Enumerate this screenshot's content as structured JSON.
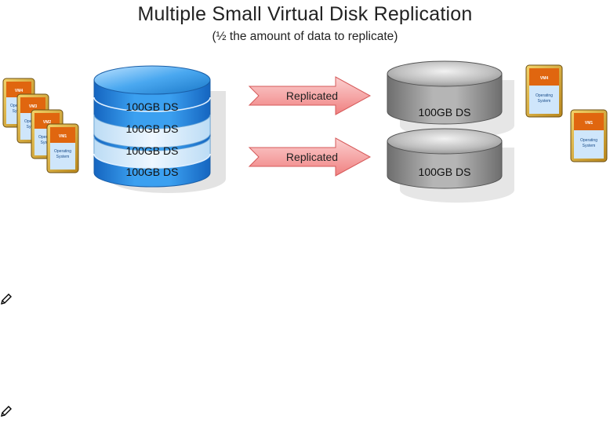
{
  "diagram": {
    "title": "Multiple Small Virtual Disk Replication",
    "subtitle": "(½ the amount of data to replicate)",
    "source_disk_layers": [
      "100GB DS",
      "100GB DS",
      "100GB DS",
      "100GB DS"
    ],
    "arrows": [
      "Replicated",
      "Replicated"
    ],
    "target_disks": [
      "100GB DS",
      "100GB DS"
    ],
    "vm_os_label": [
      "Operating",
      "System"
    ],
    "source_vms": [
      "VM4",
      "VM3",
      "VM2",
      "VM1"
    ],
    "target_vms": [
      "VM4",
      "VM1"
    ],
    "colors": {
      "disk_blue": "#2a8fe0",
      "disk_light": "#d6ecfb",
      "disk_grey": "#8c8c8c",
      "arrow_fill": "#f5a0a0",
      "vm_orange": "#e0660f"
    }
  },
  "notes": [
    {
      "icon": "note-pencil-icon"
    },
    {
      "icon": "note-pencil-icon"
    }
  ]
}
